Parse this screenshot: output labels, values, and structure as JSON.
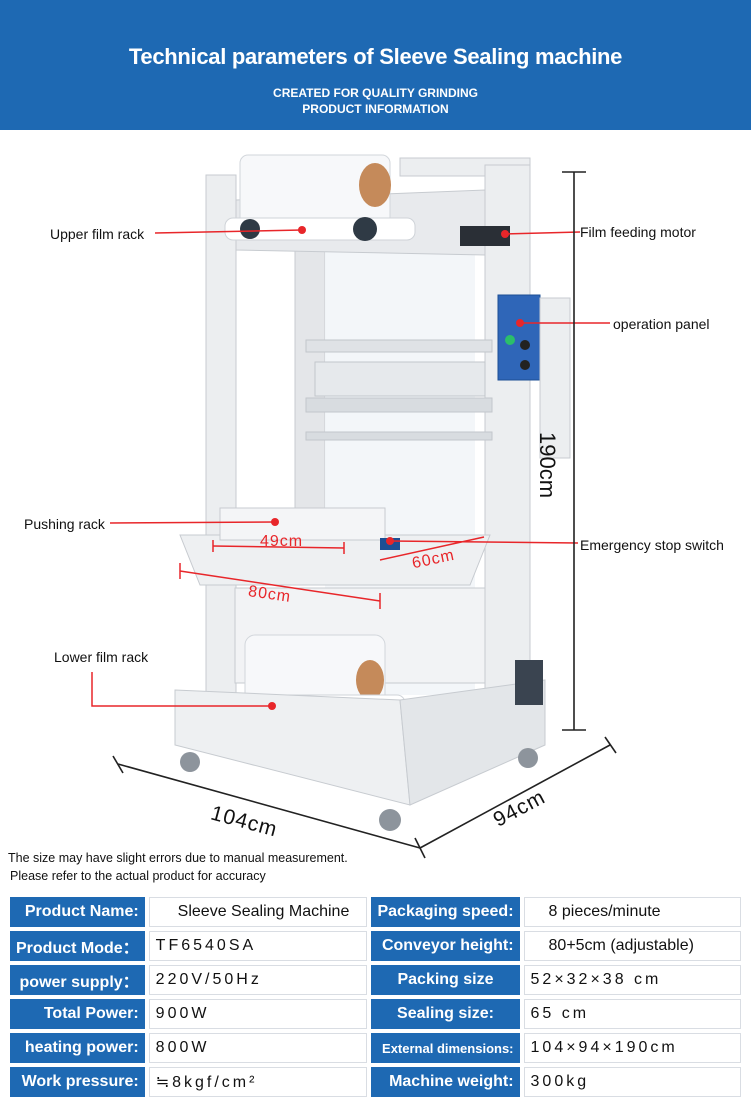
{
  "header": {
    "title": "Technical parameters of Sleeve Sealing machine",
    "subtitle_line1": "CREATED FOR QUALITY GRINDING",
    "subtitle_line2": "PRODUCT INFORMATION"
  },
  "callouts": {
    "upper_film_rack": "Upper film rack",
    "film_feeding_motor": "Film feeding motor",
    "operation_panel": "operation panel",
    "pushing_rack": "Pushing rack",
    "emergency_stop_switch": "Emergency stop switch",
    "lower_film_rack": "Lower film rack"
  },
  "dimensions": {
    "height": "190cm",
    "width": "104cm",
    "depth": "94cm",
    "push_inner": "49cm",
    "push_outer": "80cm",
    "push_depth": "60cm"
  },
  "note": {
    "line1": "The size may have slight errors due to manual measurement.",
    "line2": "Please refer to the actual product for accuracy"
  },
  "specs": [
    {
      "label1": "Product Name:",
      "value1": "Sleeve Sealing Machine",
      "label2": "Packaging speed:",
      "value2": "8 pieces/minute"
    },
    {
      "label1": "Product Mode：",
      "value1": "TF6540SA",
      "label2": "Conveyor height:",
      "value2": "80+5cm (adjustable)"
    },
    {
      "label1": "power supply：",
      "value1": "220V/50Hz",
      "label2": "Packing size",
      "value2": "52×32×38 cm"
    },
    {
      "label1": "Total Power:",
      "value1": "900W",
      "label2": "Sealing size:",
      "value2": "65 cm"
    },
    {
      "label1": "heating power:",
      "value1": "800W",
      "label2": "External dimensions:",
      "value2": "104×94×190cm"
    },
    {
      "label1": "Work pressure:",
      "value1": "≒8kgf/cm²",
      "label2": "Machine weight:",
      "value2": "300kg"
    }
  ],
  "colors": {
    "header_blue": "#1e69b3",
    "callout_red": "#e8262a"
  }
}
